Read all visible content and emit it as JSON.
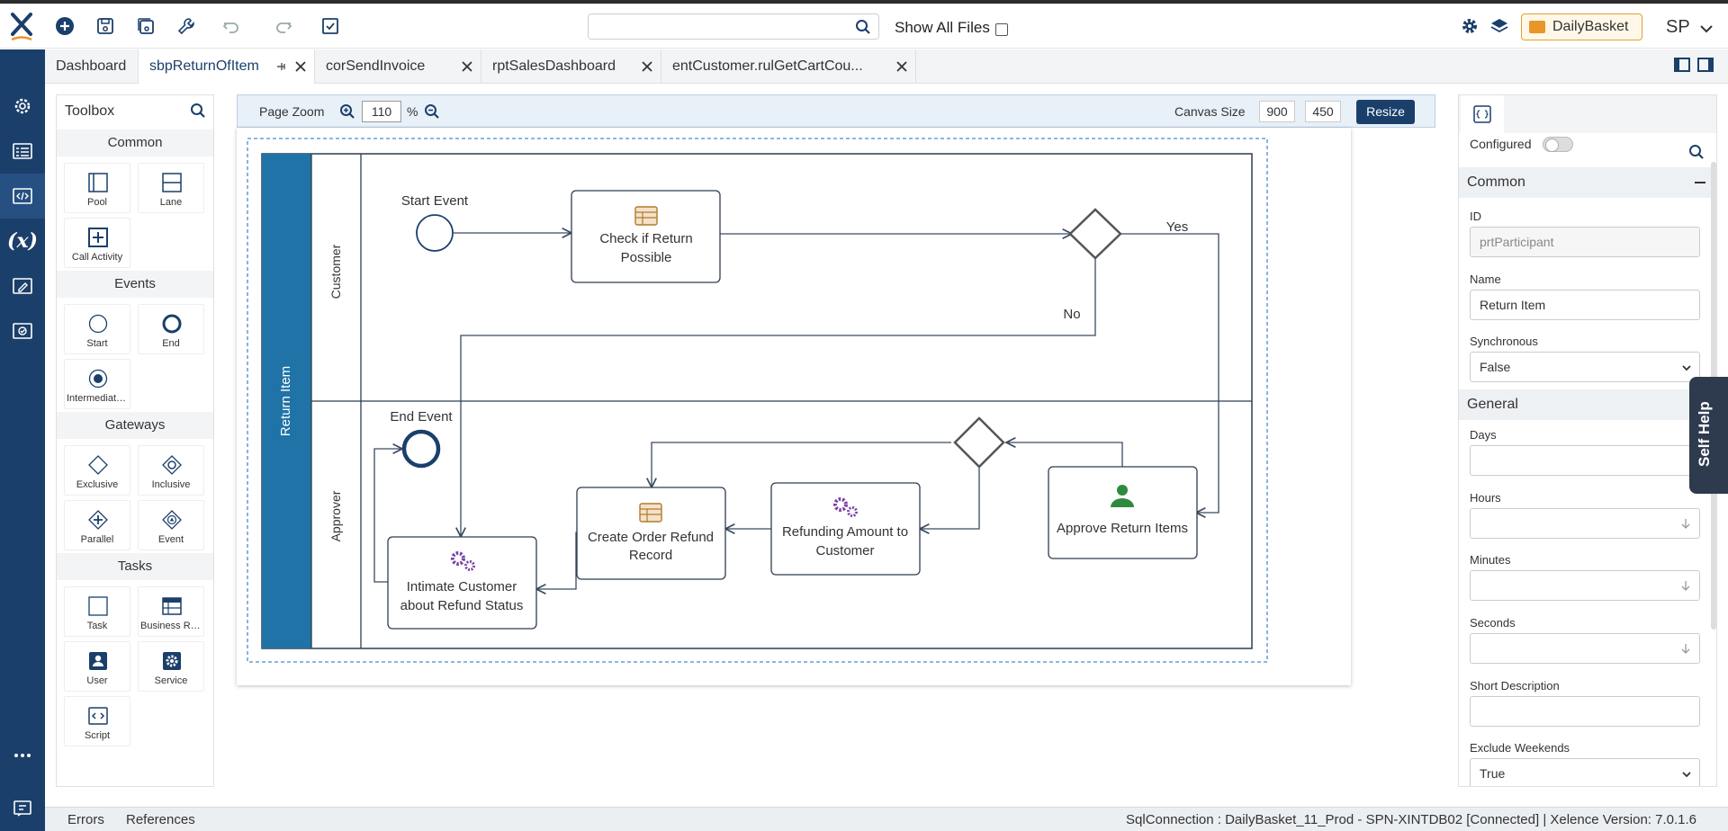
{
  "topbar": {
    "search_placeholder": "",
    "show_all_files_label": "Show All Files",
    "app_name": "DailyBasket",
    "user_initials": "SP"
  },
  "tabs": [
    {
      "label": "Dashboard",
      "closable": false
    },
    {
      "label": "sbpReturnOfItem",
      "closable": true,
      "active": true
    },
    {
      "label": "corSendInvoice",
      "closable": true
    },
    {
      "label": "rptSalesDashboard",
      "closable": true
    },
    {
      "label": "entCustomer.rulGetCartCou...",
      "closable": true
    }
  ],
  "toolbox": {
    "title": "Toolbox",
    "sections": [
      {
        "name": "Common",
        "tools": [
          {
            "label": "Pool",
            "icon": "pool-icon"
          },
          {
            "label": "Lane",
            "icon": "lane-icon"
          },
          {
            "label": "Call Activity",
            "icon": "call-activity-icon"
          }
        ]
      },
      {
        "name": "Events",
        "tools": [
          {
            "label": "Start",
            "icon": "start-event-icon"
          },
          {
            "label": "End",
            "icon": "end-event-icon"
          },
          {
            "label": "Intermediate ...",
            "icon": "intermediate-event-icon"
          }
        ]
      },
      {
        "name": "Gateways",
        "tools": [
          {
            "label": "Exclusive",
            "icon": "exclusive-gateway-icon"
          },
          {
            "label": "Inclusive",
            "icon": "inclusive-gateway-icon"
          },
          {
            "label": "Parallel",
            "icon": "parallel-gateway-icon"
          },
          {
            "label": "Event",
            "icon": "event-gateway-icon"
          }
        ]
      },
      {
        "name": "Tasks",
        "tools": [
          {
            "label": "Task",
            "icon": "task-icon"
          },
          {
            "label": "Business Rule",
            "icon": "business-rule-icon"
          },
          {
            "label": "User",
            "icon": "user-task-icon"
          },
          {
            "label": "Service",
            "icon": "service-task-icon"
          },
          {
            "label": "Script",
            "icon": "script-task-icon"
          }
        ]
      }
    ]
  },
  "canvas_bar": {
    "page_zoom_label": "Page Zoom",
    "zoom_value": "110",
    "zoom_unit": "%",
    "canvas_size_label": "Canvas Size",
    "canvas_width": "900",
    "canvas_height": "450",
    "resize_label": "Resize"
  },
  "diagram": {
    "pool_name": "Return Item",
    "lanes": [
      "Customer",
      "Approver"
    ],
    "nodes": {
      "start_event": "Start Event",
      "check_task": [
        "Check if Return",
        "Possible"
      ],
      "end_event": "End Event",
      "create_refund_task": [
        "Create Order Refund",
        "Record"
      ],
      "refunding_task": [
        "Refunding Amount to",
        "Customer"
      ],
      "approve_task": "Approve Return Items",
      "intimate_task": [
        "Intimate Customer",
        "about Refund Status"
      ]
    },
    "flow_labels": {
      "yes": "Yes",
      "no": "No"
    }
  },
  "properties": {
    "configured_label": "Configured",
    "configured": false,
    "sections": {
      "common": "Common",
      "general": "General"
    },
    "fields": {
      "id_label": "ID",
      "id_value": "prtParticipant",
      "name_label": "Name",
      "name_value": "Return Item",
      "synchronous_label": "Synchronous",
      "synchronous_value": "False",
      "days_label": "Days",
      "hours_label": "Hours",
      "minutes_label": "Minutes",
      "seconds_label": "Seconds",
      "short_description_label": "Short Description",
      "exclude_weekends_label": "Exclude Weekends",
      "exclude_weekends_value": "True"
    }
  },
  "self_help_label": "Self Help",
  "statusbar": {
    "errors_label": "Errors",
    "references_label": "References",
    "connection_text": "SqlConnection :  DailyBasket_11_Prod -  SPN-XINTDB02  [Connected]  | Xelence Version:  7.0.1.6"
  },
  "colors": {
    "nav_bg": "#1b3f6b",
    "pool_header": "#1f73a6",
    "accent": "#1b3f6b",
    "task_icon_gear": "#7a3fa3",
    "user_icon": "#2e8b3e",
    "app_pill": "#e8962a"
  }
}
